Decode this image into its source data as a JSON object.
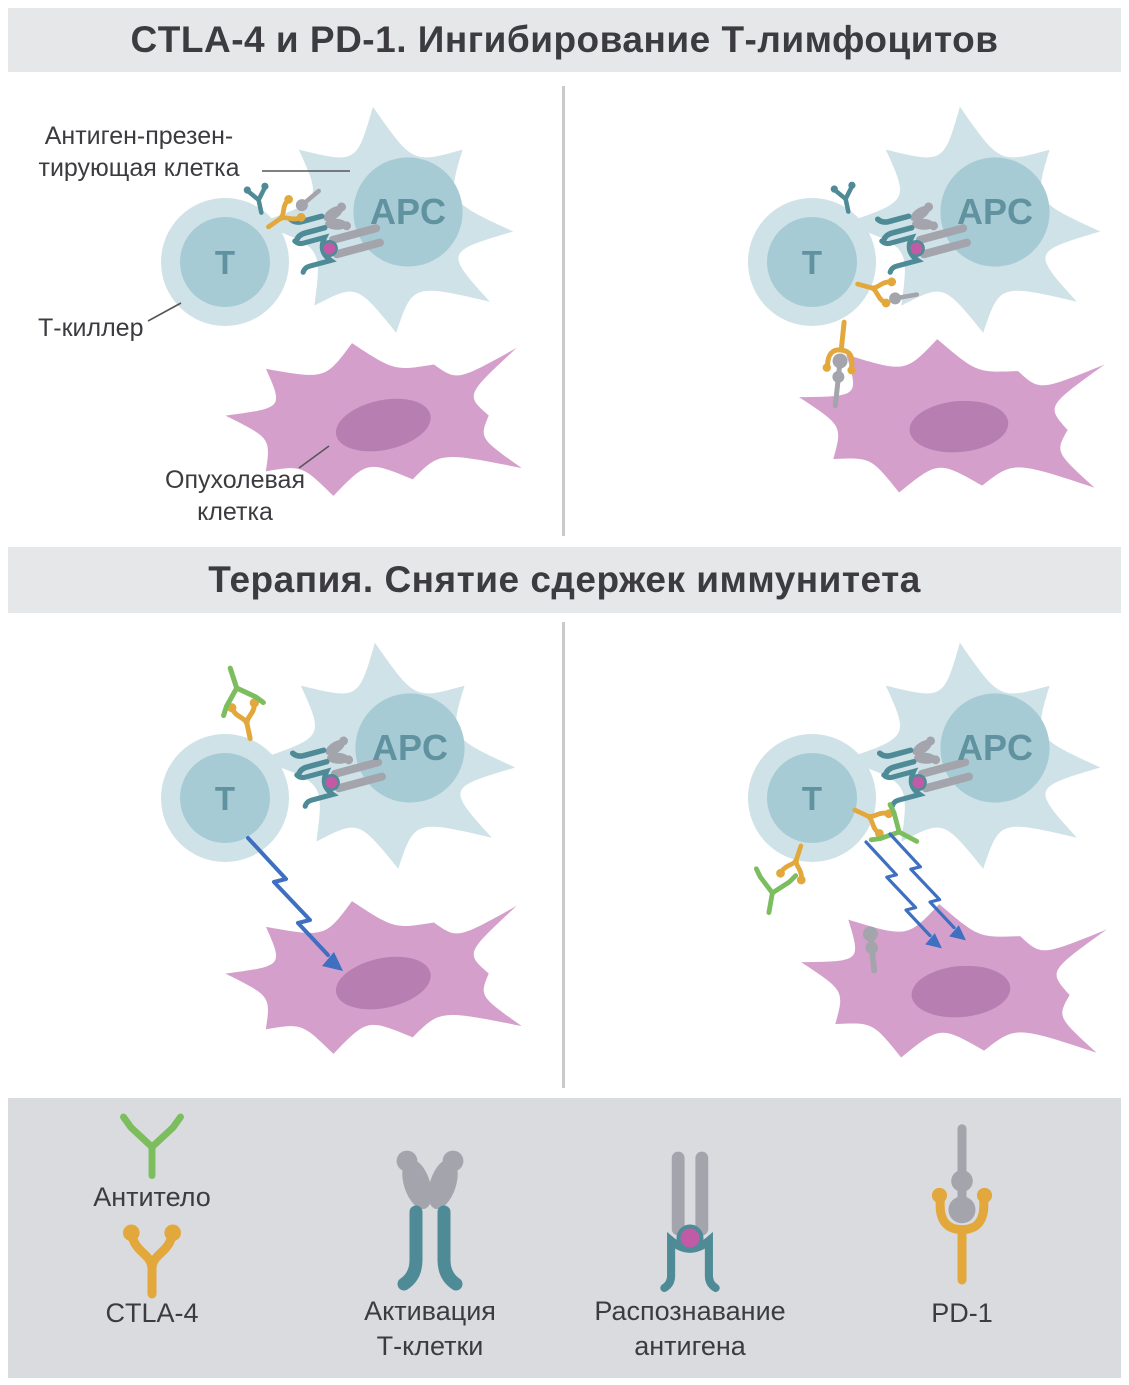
{
  "sections": {
    "inhibition": {
      "title": "CTLA-4 и PD-1. Ингибирование Т-лимфоцитов"
    },
    "therapy": {
      "title": "Терапия. Снятие сдержек иммунитета"
    }
  },
  "cells": {
    "apc_abbr": "APC",
    "t_abbr": "T"
  },
  "annotations": {
    "apc_label_line1": "Антиген-презен-",
    "apc_label_line2": "тирующая клетка",
    "t_killer_label": "Т-киллер",
    "tumor_label_line1": "Опухолевая",
    "tumor_label_line2": "клетка"
  },
  "legend": {
    "antibody_label": "Антитело",
    "ctla4_label": "CTLA-4",
    "activation_label_line1": "Активация",
    "activation_label_line2": "Т-клетки",
    "recognition_label_line1": "Распознавание",
    "recognition_label_line2": "антигена",
    "pd1_label": "PD-1"
  },
  "icons": {
    "antibody-icon": "green Y-shaped antibody",
    "ctla4-icon": "yellow forked CTLA-4 receptor",
    "activation-icon": "gray and teal paired co-stimulation receptor",
    "recognition-icon": "gray MHC bars with pink antigen dot in teal TCR cup",
    "pd1-icon": "gray PD-L1 stalk in yellow PD-1 cup",
    "lightning-arrow-icon": "blue zigzag attack arrow"
  },
  "colors": {
    "header_bg": "#e6e7e8",
    "legend_bg": "#d9dbdf",
    "text_dark": "#3c3c40",
    "cell_blue": "#cfe2e8",
    "cell_blue_dark": "#a6cbd5",
    "nucleus_text": "#61929f",
    "tumor": "#d4a0cb",
    "tumor_dark": "#b77eb1",
    "gray_mol": "#a3a4ac",
    "teal_mol": "#4e8b97",
    "yellow_mol": "#e3a83c",
    "green_mol": "#7cbd5e",
    "pink_dot": "#c25ba5",
    "bolt_blue": "#3f6fc0",
    "divider": "#c9cacc",
    "leader_line": "#55565a"
  }
}
